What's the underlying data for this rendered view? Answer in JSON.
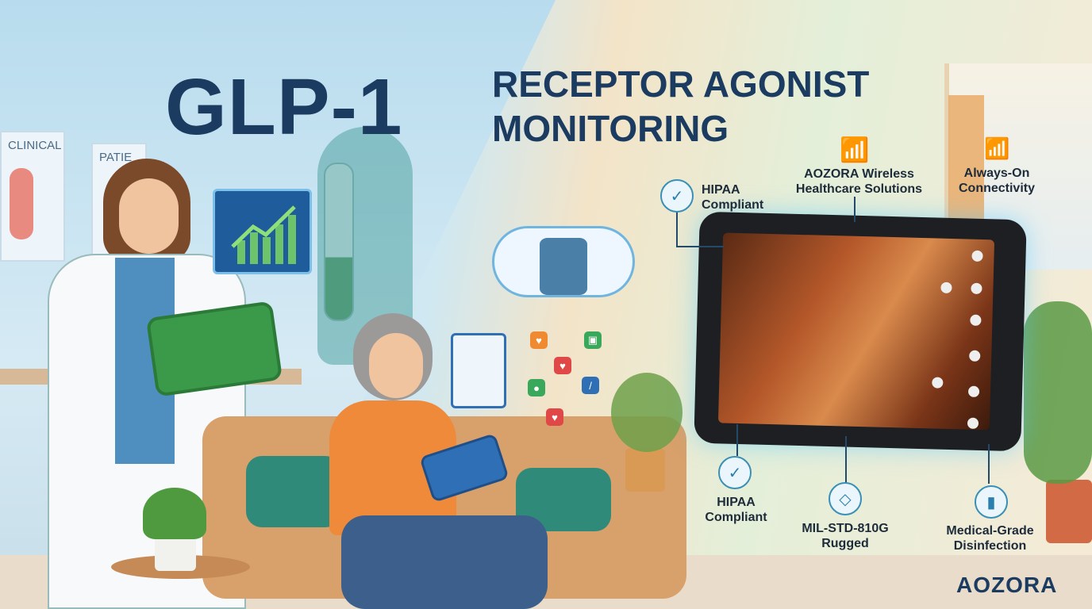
{
  "title": {
    "main": "GLP-1",
    "sub_line1": "RECEPTOR AGONIST",
    "sub_line2": "MONITORING"
  },
  "posters": [
    "CLINICAL",
    "PATIE"
  ],
  "callouts": [
    {
      "icon": "shield-check-icon",
      "line1": "HIPAA",
      "line2": "Compliant"
    },
    {
      "icon": "wifi-icon",
      "line1": "AOZORA Wireless",
      "line2": "Healthcare Solutions"
    },
    {
      "icon": "wifi-icon",
      "line1": "Always-On",
      "line2": "Connectivity"
    },
    {
      "icon": "shield-check-icon",
      "line1": "HIPAA",
      "line2": "Compliant"
    },
    {
      "icon": "eraser-icon",
      "line1": "MIL-STD-810G",
      "line2": "Rugged"
    },
    {
      "icon": "disinfectant-bottle-icon",
      "line1": "Medical-Grade",
      "line2": "Disinfection"
    }
  ],
  "brand": "AOZORA",
  "colors": {
    "title": "#1b3b60",
    "accent": "#3a8fb7",
    "tablet_green": "#3a9a4a",
    "tablet_blue": "#2f6fb5"
  }
}
